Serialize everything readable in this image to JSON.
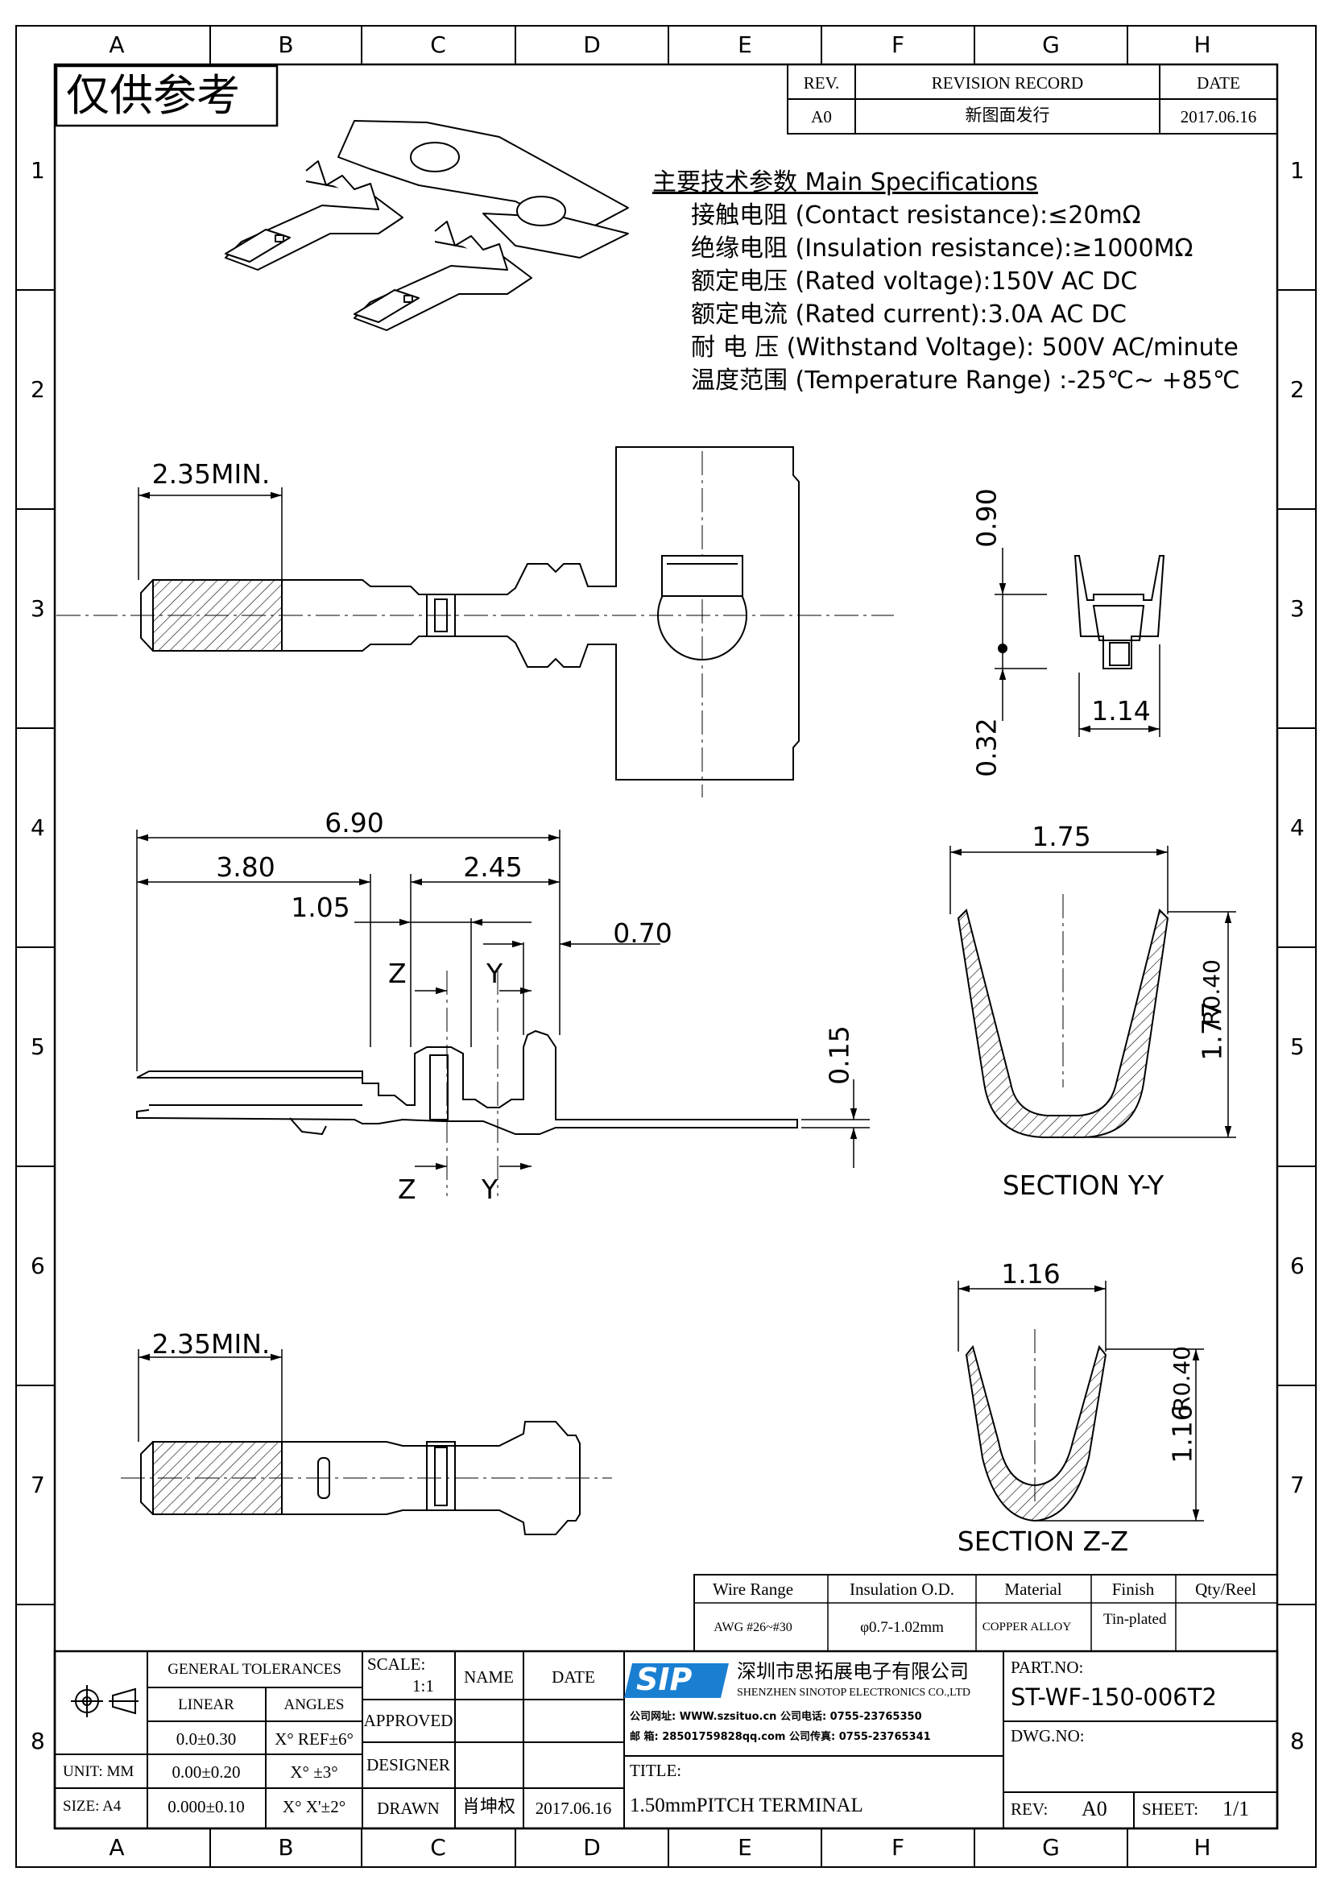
{
  "grid": {
    "cols": [
      "A",
      "B",
      "C",
      "D",
      "E",
      "F",
      "G",
      "H"
    ],
    "rows": [
      "1",
      "2",
      "3",
      "4",
      "5",
      "6",
      "7",
      "8"
    ]
  },
  "stamp": "仅供参考",
  "revision": {
    "headers": {
      "rev": "REV.",
      "record": "REVISION RECORD",
      "date": "DATE"
    },
    "row": {
      "rev": "A0",
      "record": "新图面发行",
      "date": "2017.06.16"
    }
  },
  "specs": {
    "title": "主要技术参数 Main Specifications",
    "items": [
      "接触电阻 (Contact resistance):≤20mΩ",
      "绝缘电阻 (Insulation resistance):≥1000MΩ",
      "额定电压 (Rated voltage):150V AC DC",
      "额定电流 (Rated current):3.0A AC DC",
      "耐 电 压 (Withstand Voltage): 500V AC/minute",
      "温度范围 (Temperature Range) :-25℃~ +85℃"
    ]
  },
  "dims": {
    "top_min": "2.35MIN.",
    "end_h_top": "0.90",
    "end_h_bot": "0.32",
    "end_w": "1.14",
    "overall": "6.90",
    "d380": "3.80",
    "d245": "2.45",
    "d105": "1.05",
    "d070": "0.70",
    "thick": "0.15",
    "yy_w": "1.75",
    "yy_h": "1.77",
    "yy_r": "R0.40",
    "zz_w": "1.16",
    "zz_h": "1.16",
    "zz_r": "R0.40",
    "bot_min": "2.35MIN."
  },
  "section_letters": {
    "z": "Z",
    "y": "Y"
  },
  "sections": {
    "yy": "SECTION Y-Y",
    "zz": "SECTION Z-Z"
  },
  "props": {
    "headers": [
      "Wire Range",
      "Insulation O.D.",
      "Material",
      "Finish",
      "Qty/Reel"
    ],
    "values": [
      "AWG #26~#30",
      "φ0.7-1.02mm",
      "COPPER ALLOY",
      "Tin-plated",
      ""
    ]
  },
  "titleblock": {
    "gen_tol": "GENERAL TOLERANCES",
    "linear": "LINEAR",
    "angles": "ANGLES",
    "tol_rows": [
      {
        "lin": "0.0±0.30",
        "ang": "X° REF±6°"
      },
      {
        "lin": "0.00±0.20",
        "ang": "X° ±3°"
      },
      {
        "lin": "0.000±0.10",
        "ang": "X° X'±2°"
      }
    ],
    "unit": "UNIT: MM",
    "size": "SIZE: A4",
    "scale_label": "SCALE:",
    "scale": "1:1",
    "name": "NAME",
    "date": "DATE",
    "approved": "APPROVED",
    "designer": "DESIGNER",
    "drawn": "DRAWN",
    "drawn_name": "肖坤权",
    "drawn_date": "2017.06.16",
    "logo": "SIP",
    "company_cn": "深圳市思拓展电子有限公司",
    "company_en": "SHENZHEN SINOTOP ELECTRONICS CO.,LTD",
    "contact1": "公司网址: WWW.szsituo.cn   公司电话: 0755-23765350",
    "contact2": "邮    箱: 28501759828qq.com  公司传真: 0755-23765341",
    "title_label": "TITLE:",
    "title": "1.50mmPITCH TERMINAL",
    "part_label": "PART.NO:",
    "part_no": "ST-WF-150-006T2",
    "dwg_label": "DWG.NO:",
    "rev_label": "REV:",
    "rev": "A0",
    "sheet_label": "SHEET:",
    "sheet": "1/1"
  }
}
